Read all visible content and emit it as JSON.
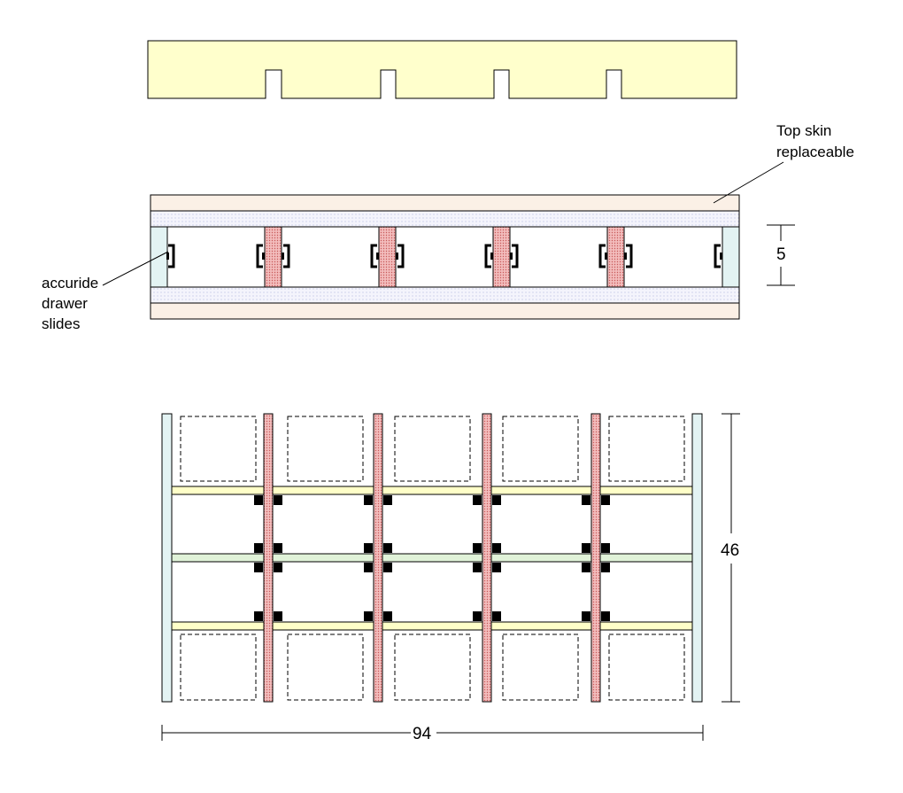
{
  "labels": {
    "top_skin_line1": "Top skin",
    "top_skin_line2": "replaceable",
    "slides_line1": "accuride",
    "slides_line2": "drawer",
    "slides_line3": "slides"
  },
  "dimensions": {
    "height": "5",
    "depth": "46",
    "width": "94"
  },
  "colors": {
    "yellow_fill": "#ffffcc",
    "skin_fill": "#fbf0e6",
    "blue_fill": "#eef0fa",
    "post_fill": "#f2bcbc",
    "post_dot": "#c85a5a",
    "end_post_fill": "#e3f3f3",
    "rail_yellow": "#ffffc8",
    "rail_green": "#e0f2d8",
    "line": "#000000",
    "slide": "#000000"
  }
}
